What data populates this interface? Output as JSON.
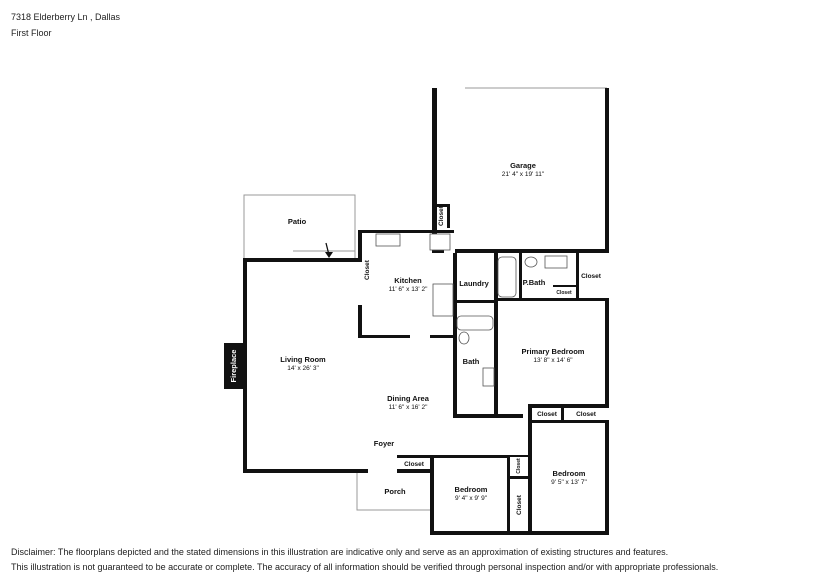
{
  "header": {
    "address": "7318 Elderberry Ln , Dallas",
    "floor": "First Floor"
  },
  "rooms": {
    "garage": {
      "name": "Garage",
      "dims": "21' 4\" x 19' 11\""
    },
    "patio": {
      "name": "Patio"
    },
    "kitchen": {
      "name": "Kitchen",
      "dims": "11' 6\" x 13' 2\""
    },
    "laundry": {
      "name": "Laundry"
    },
    "pbath": {
      "name": "P.Bath"
    },
    "closet_pbath": {
      "name": "Closet"
    },
    "closet_garage": {
      "name": "Closet"
    },
    "closet_kitchen": {
      "name": "Closet"
    },
    "closet_small": {
      "name": "Closet"
    },
    "living": {
      "name": "Living Room",
      "dims": "14' x 26' 3\""
    },
    "fireplace": {
      "name": "Fireplace"
    },
    "bath": {
      "name": "Bath"
    },
    "primary": {
      "name": "Primary Bedroom",
      "dims": "13' 8\" x 14' 6\""
    },
    "dining": {
      "name": "Dining Area",
      "dims": "11' 6\" x 16' 2\""
    },
    "closet_primary1": {
      "name": "Closet"
    },
    "closet_primary2": {
      "name": "Closet"
    },
    "foyer": {
      "name": "Foyer"
    },
    "closet_foyer": {
      "name": "Closet"
    },
    "porch": {
      "name": "Porch"
    },
    "bedroom1": {
      "name": "Bedroom",
      "dims": "9' 4\" x 9' 9\""
    },
    "closet_bed1": {
      "name": "Closet"
    },
    "closet_hall": {
      "name": "Closet"
    },
    "bedroom2": {
      "name": "Bedroom",
      "dims": "9' 5\" x 13' 7\""
    }
  },
  "disclaimer": {
    "line1": "Disclaimer: The floorplans depicted and the stated dimensions in this illustration are indicative only and serve as an approximation of existing structures and features.",
    "line2": "This illustration is not guaranteed to be accurate or complete. The accuracy of all information should be verified through personal inspection and/or with appropriate professionals."
  }
}
